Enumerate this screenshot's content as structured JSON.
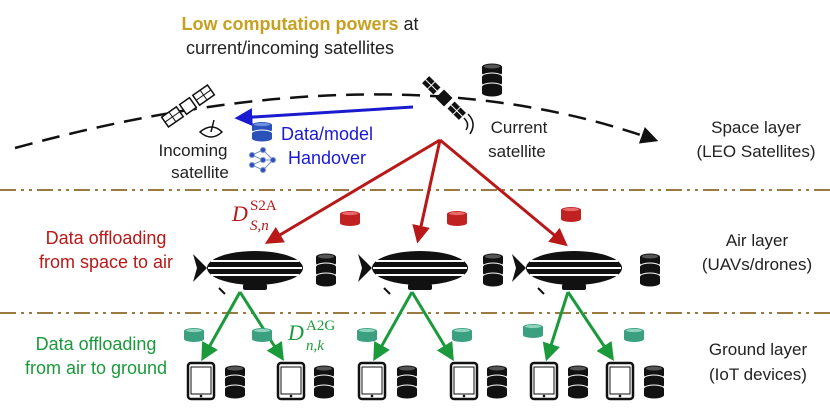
{
  "title": {
    "highlight": "Low computation powers",
    "rest": " at",
    "line2": "current/incoming satellites"
  },
  "satellites": {
    "incoming_line1": "Incoming",
    "incoming_line2": "satellite",
    "current_line1": "Current",
    "current_line2": "satellite"
  },
  "handover": {
    "line1": "Data/model",
    "line2": "Handover"
  },
  "layers": {
    "space_line1": "Space layer",
    "space_line2": "(LEO Satellites)",
    "air_line1": "Air layer",
    "air_line2": "(UAVs/drones)",
    "ground_line1": "Ground layer",
    "ground_line2": "(IoT devices)"
  },
  "offload_s2a": {
    "line1": "Data offloading",
    "line2": "from space to air",
    "sym": "D",
    "sub": "S,n",
    "sup": "S2A"
  },
  "offload_a2g": {
    "line1": "Data offloading",
    "line2": "from air to ground",
    "sym": "D",
    "sub": "n,k",
    "sup": "A2G"
  },
  "colors": {
    "gold": "#c8a020",
    "blue": "#1a1ad0",
    "red": "#b81818",
    "green": "#1a9a3a",
    "divider": "#9a7a40",
    "teal": "#3aa080",
    "black": "#111111"
  }
}
